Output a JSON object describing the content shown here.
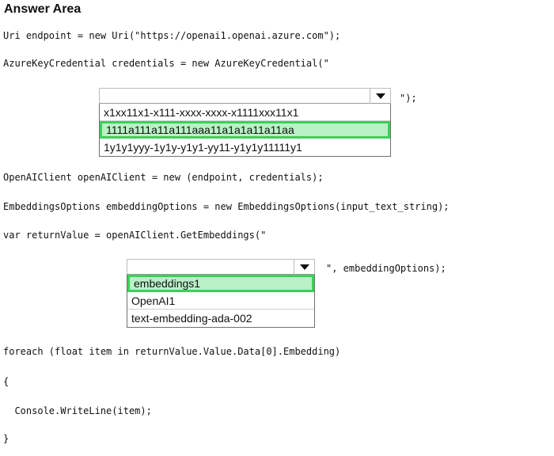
{
  "heading": "Answer Area",
  "code": {
    "line1": "Uri endpoint = new Uri(\"https://openai1.openai.azure.com\");",
    "line2": "AzureKeyCredential credentials = new AzureKeyCredential(\"",
    "line3": "OpenAIClient openAIClient = new (endpoint, credentials);",
    "line4": "EmbeddingsOptions embeddingOptions = new EmbeddingsOptions(input_text_string);",
    "line5": "var returnValue = openAIClient.GetEmbeddings(\"",
    "line6": "foreach (float item in returnValue.Value.Data[0].Embedding)",
    "line7": "{",
    "line8": "  Console.WriteLine(item);",
    "line9": "}"
  },
  "dropdown1": {
    "trailing": "\");",
    "options": [
      {
        "label": "x1xx11x1-x111-xxxx-xxxx-x1111xxx11x1",
        "selected": false
      },
      {
        "label": "1111a111a11a111aaa11a1a1a11a11aa",
        "selected": true
      },
      {
        "label": "1y1y1yyy-1y1y-y1y1-yy11-y1y1y11111y1",
        "selected": false
      }
    ]
  },
  "dropdown2": {
    "trailing": "\", embeddingOptions);",
    "options": [
      {
        "label": "embeddings1",
        "selected": true
      },
      {
        "label": "OpenAI1",
        "selected": false
      },
      {
        "label": "text-embedding-ada-002",
        "selected": false
      }
    ]
  },
  "colors": {
    "selected_fill": "#b9f0c6",
    "selected_border": "#3ccf5a"
  },
  "icons": {
    "dropdown_arrow": "chevron-down-icon"
  }
}
